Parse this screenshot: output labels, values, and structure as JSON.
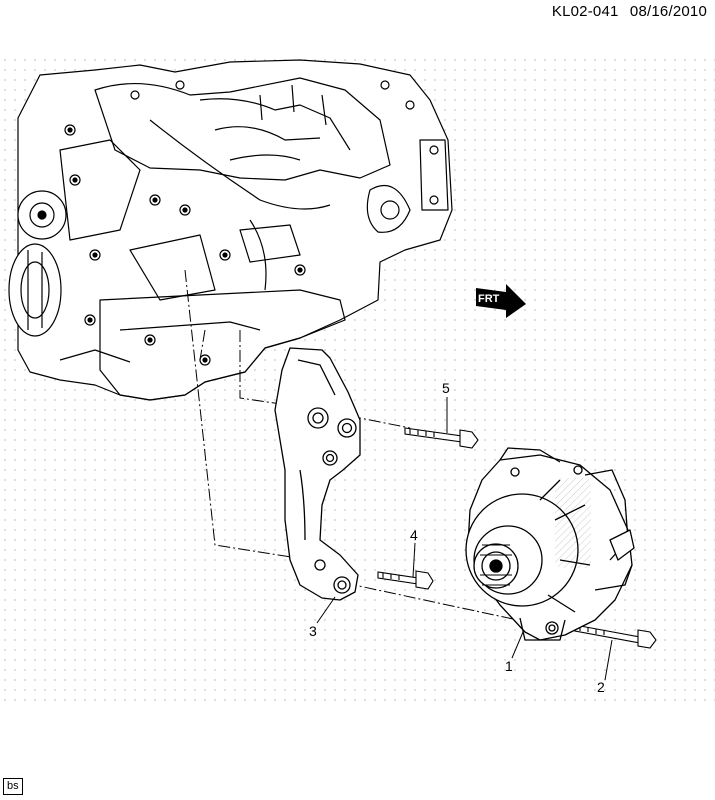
{
  "header": {
    "code": "KL02-041",
    "date": "08/16/2010"
  },
  "callouts": [
    {
      "id": "1",
      "label": "1"
    },
    {
      "id": "2",
      "label": "2"
    },
    {
      "id": "3",
      "label": "3"
    },
    {
      "id": "4",
      "label": "4"
    },
    {
      "id": "5",
      "label": "5"
    }
  ],
  "front_arrow": {
    "label": "FRT"
  },
  "footer": {
    "badge": "bs"
  }
}
